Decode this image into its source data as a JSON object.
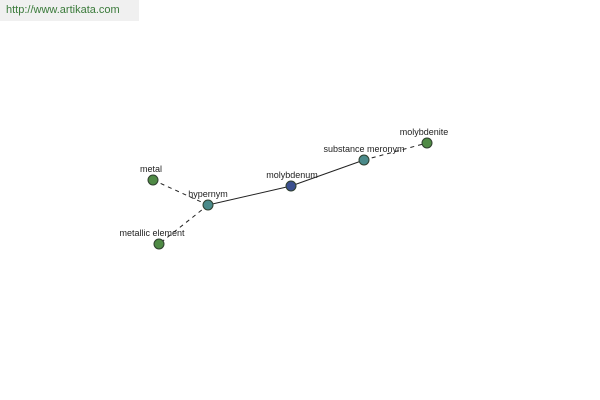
{
  "banner": {
    "url_text": "http://www.artikata.com"
  },
  "graph": {
    "nodes": {
      "molybdenum": {
        "label": "molybdenum",
        "color": "#3b4f8f"
      },
      "hypernym": {
        "label": "hypernym",
        "color": "#4a8a8a"
      },
      "substance_meronym": {
        "label": "substance meronym",
        "color": "#4a8a8a"
      },
      "metal": {
        "label": "metal",
        "color": "#4f8a45"
      },
      "metallic_element": {
        "label": "metallic element",
        "color": "#4f8a45"
      },
      "molybdenite": {
        "label": "molybdenite",
        "color": "#4f8a45"
      }
    },
    "edges": [
      {
        "from": "molybdenum",
        "to": "hypernym",
        "style": "solid"
      },
      {
        "from": "molybdenum",
        "to": "substance_meronym",
        "style": "solid"
      },
      {
        "from": "hypernym",
        "to": "metal",
        "style": "dashed"
      },
      {
        "from": "hypernym",
        "to": "metallic_element",
        "style": "dashed"
      },
      {
        "from": "substance_meronym",
        "to": "molybdenite",
        "style": "dashed"
      }
    ],
    "node_outline_color": "#2f3f2f",
    "edge_color": "#222222"
  }
}
